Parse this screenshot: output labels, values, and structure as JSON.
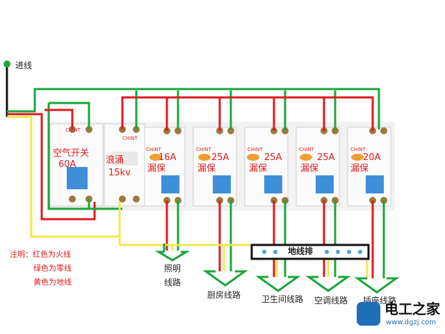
{
  "incoming_label": "进线",
  "breakers": [
    {
      "id": "main",
      "line1": "空气开关",
      "line2": "60A"
    },
    {
      "id": "surge",
      "line1": "浪涌",
      "line2": "15kv"
    },
    {
      "id": "rcd1",
      "line1": "16A",
      "line2": "漏保"
    },
    {
      "id": "rcd2",
      "line1": "25A",
      "line2": "漏保"
    },
    {
      "id": "rcd3",
      "line1": "25A",
      "line2": "漏保"
    },
    {
      "id": "rcd4",
      "line1": "25A",
      "line2": "漏保"
    },
    {
      "id": "rcd5",
      "line1": "20A",
      "line2": "漏保"
    }
  ],
  "brand_text": "CHINT",
  "ground_bar_label": "地线排",
  "circuits": [
    {
      "line1": "照明",
      "line2": "线路"
    },
    {
      "line1": "厨房线路",
      "line2": ""
    },
    {
      "line1": "卫生间线路",
      "line2": ""
    },
    {
      "line1": "空调线路",
      "line2": ""
    },
    {
      "line1": "插座线路",
      "line2": ""
    }
  ],
  "notes": {
    "title": "注明：红色为火线",
    "green": "绿色为零线",
    "yellow": "黄色为地线"
  },
  "watermark": {
    "name": "电工之家",
    "url": "www.dgzj.com"
  },
  "colors": {
    "live": "#e0191b",
    "neutral": "#1aa53a",
    "earth": "#f2e84a",
    "breaker_blue": "#3f8fd8"
  }
}
